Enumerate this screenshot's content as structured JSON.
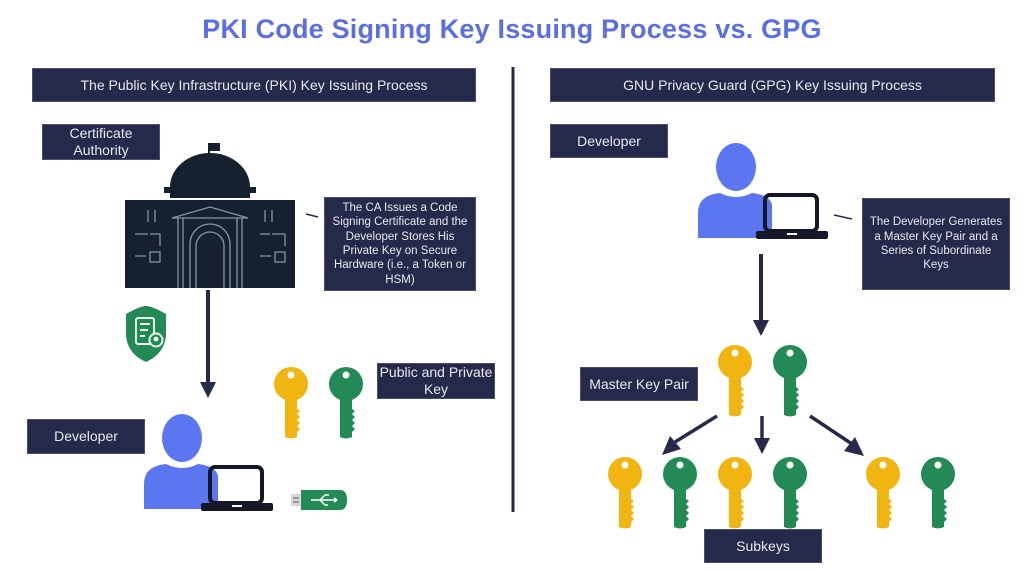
{
  "title": "PKI Code Signing Key Issuing Process vs. GPG",
  "colors": {
    "title": "#5b6fe0",
    "box_bg": "#262a4a",
    "box_text": "#e8e8ee",
    "person": "#5b76f0",
    "key_yellow": "#f1b512",
    "key_green": "#238a55",
    "arrow": "#262a4a"
  },
  "pki": {
    "header": "The Public Key Infrastructure (PKI)  Key Issuing Process",
    "ca_label": "Certificate Authority",
    "ca_description": "The CA Issues a Code Signing Certificate and the Developer Stores His Private Key on Secure Hardware (i.e., a Token or HSM)",
    "keys_label": "Public and Private Key",
    "developer_label": "Developer",
    "icons": [
      "ca-building-icon",
      "certificate-shield-icon",
      "public-key-icon",
      "private-key-icon",
      "developer-person-icon",
      "laptop-icon",
      "usb-token-icon"
    ]
  },
  "gpg": {
    "header": "GNU Privacy Guard (GPG) Key Issuing Process",
    "developer_label": "Developer",
    "developer_description": "The Developer Generates a Master Key Pair and a Series of Subordinate Keys",
    "master_label": "Master Key Pair",
    "subkeys_label": "Subkeys",
    "subkey_pairs": 3
  }
}
